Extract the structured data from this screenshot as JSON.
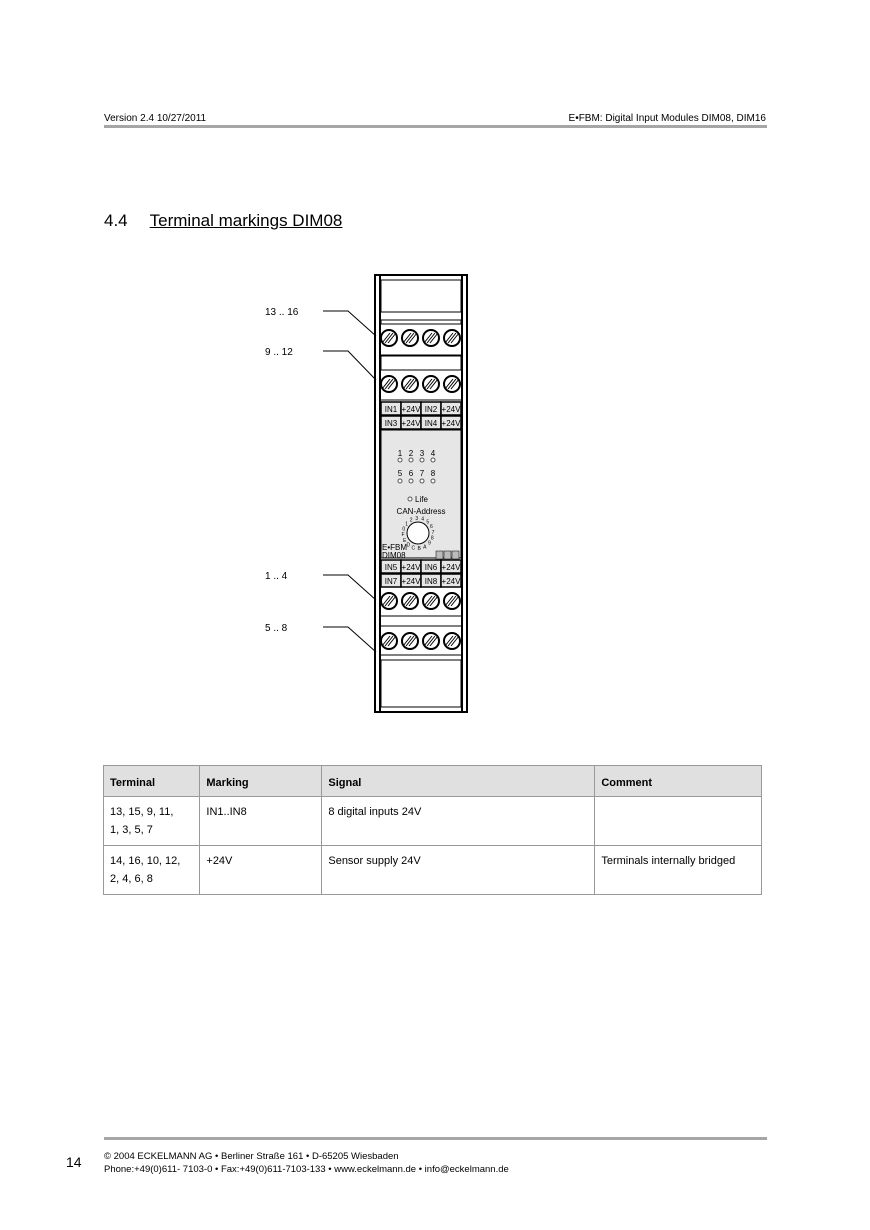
{
  "header": {
    "version": "Version 2.4   10/27/2011",
    "title": "E•FBM: Digital Input Modules DIM08, DIM16"
  },
  "section": {
    "number": "4.4",
    "title": "Terminal markings DIM08"
  },
  "diagram": {
    "callouts": [
      "13 .. 16",
      "9 .. 12",
      "1 .. 4",
      "5 .. 8"
    ],
    "top_labels": [
      [
        "IN1",
        "+24V",
        "IN2",
        "+24V"
      ],
      [
        "IN3",
        "+24V",
        "IN4",
        "+24V"
      ]
    ],
    "bottom_labels": [
      [
        "IN5",
        "+24V",
        "IN6",
        "+24V"
      ],
      [
        "IN7",
        "+24V",
        "IN8",
        "+24V"
      ]
    ],
    "leds_top": [
      "1",
      "2",
      "3",
      "4"
    ],
    "leds_bottom": [
      "5",
      "6",
      "7",
      "8"
    ],
    "life": "Life",
    "can": "CAN-Address",
    "brand": "E•FBM",
    "model": "DIM08",
    "dial": "0123456789ABCDEF"
  },
  "table": {
    "headers": [
      "Terminal",
      "Marking",
      "Signal",
      "Comment"
    ],
    "rows": [
      [
        "13, 15, 9, 11,\n1, 3, 5, 7",
        "IN1..IN8",
        "8 digital inputs 24V",
        ""
      ],
      [
        "14, 16, 10, 12,\n2, 4, 6, 8",
        "+24V",
        "Sensor supply 24V",
        "Terminals internally bridged"
      ]
    ]
  },
  "footer": {
    "page": "14",
    "line1": "©  2004 ECKELMANN AG • Berliner Straße 161 • D-65205 Wiesbaden",
    "line2": "Phone:+49(0)611- 7103-0 • Fax:+49(0)611-7103-133 • www.eckelmann.de • info@eckelmann.de"
  }
}
